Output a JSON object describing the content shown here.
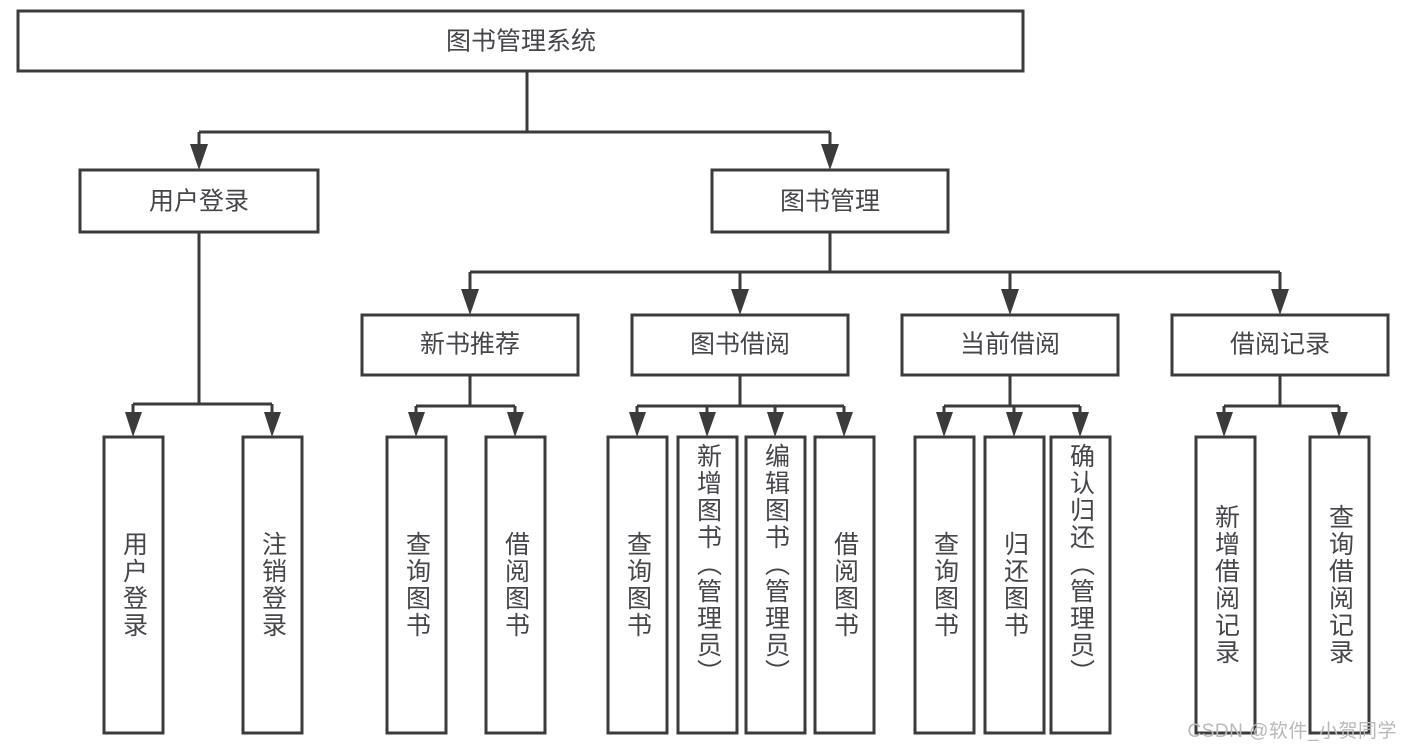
{
  "diagram": {
    "title": "图书管理系统",
    "type": "hierarchy-tree",
    "colors": {
      "box_stroke": "#3b3b3b",
      "box_fill": "#ffffff",
      "text": "#46464a",
      "background": "#ffffff",
      "watermark": "#b9b9b9"
    },
    "root": {
      "label": "图书管理系统"
    },
    "level2": [
      {
        "label": "用户登录"
      },
      {
        "label": "图书管理"
      }
    ],
    "level3": [
      {
        "label": "新书推荐"
      },
      {
        "label": "图书借阅"
      },
      {
        "label": "当前借阅"
      },
      {
        "label": "借阅记录"
      }
    ],
    "leaves": {
      "user_login": [
        {
          "label": "用户登录"
        },
        {
          "label": "注销登录"
        }
      ],
      "new_book_recommend": [
        {
          "label": "查询图书"
        },
        {
          "label": "借阅图书"
        }
      ],
      "book_borrow": [
        {
          "label": "查询图书"
        },
        {
          "label": "新增图书（管理员）"
        },
        {
          "label": "编辑图书（管理员）"
        },
        {
          "label": "借阅图书"
        }
      ],
      "current_borrow": [
        {
          "label": "查询图书"
        },
        {
          "label": "归还图书"
        },
        {
          "label": "确认归还（管理员）"
        }
      ],
      "borrow_record": [
        {
          "label": "新增借阅记录"
        },
        {
          "label": "查询借阅记录"
        }
      ]
    }
  },
  "watermark": {
    "text": "CSDN @软件_小贺同学"
  }
}
